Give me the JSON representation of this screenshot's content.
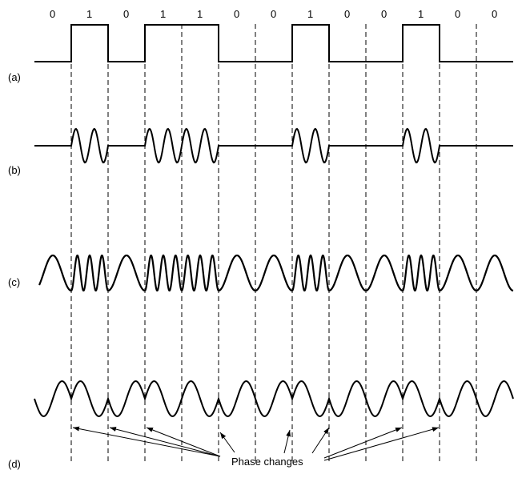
{
  "bits": [
    "0",
    "1",
    "0",
    "1",
    "1",
    "0",
    "0",
    "1",
    "0",
    "0",
    "1",
    "0",
    "0"
  ],
  "row_labels": {
    "a": "(a)",
    "b": "(b)",
    "c": "(c)",
    "d": "(d)"
  },
  "annotation": "Phase changes",
  "colors": {
    "stroke": "#000000",
    "background": "#ffffff"
  }
}
